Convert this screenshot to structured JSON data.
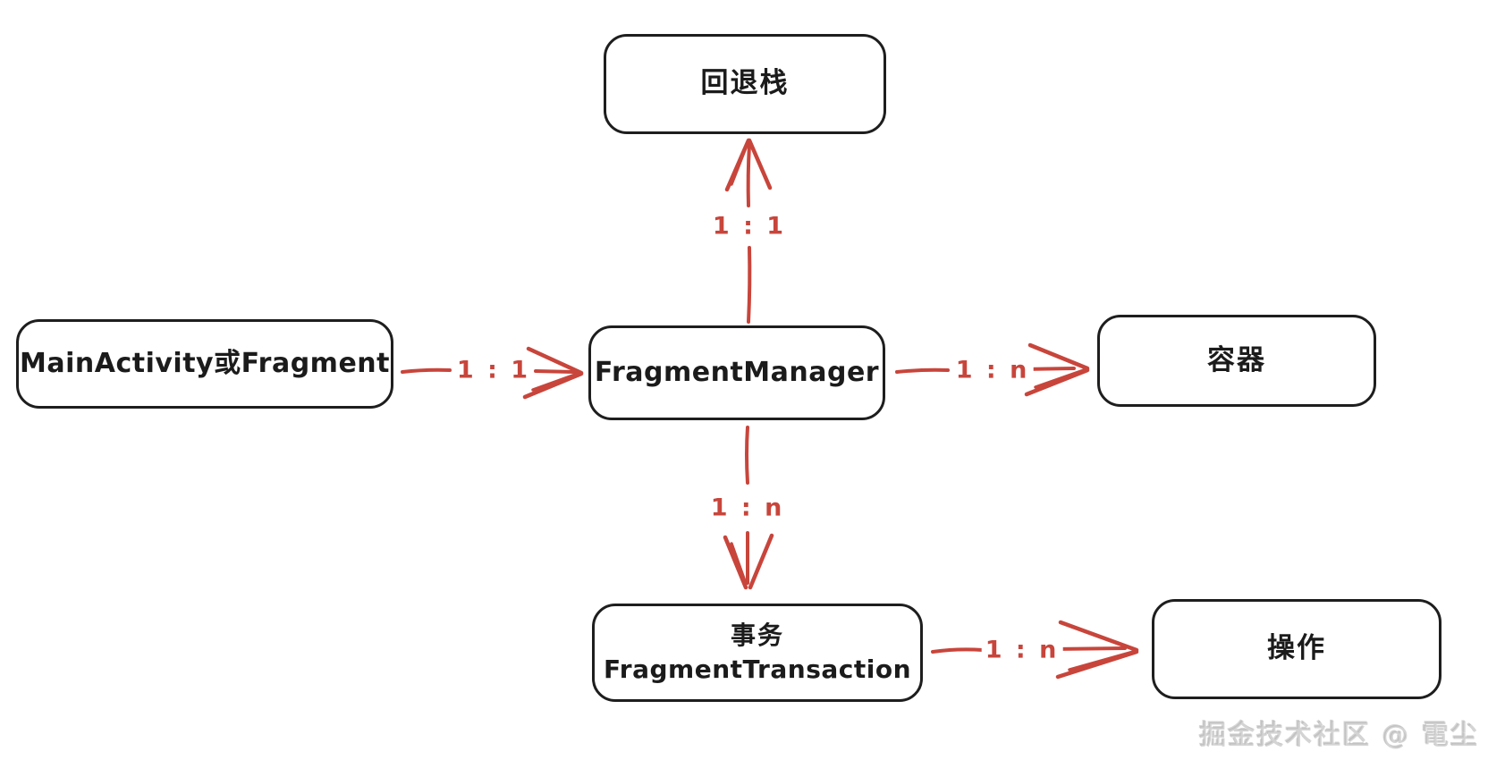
{
  "diagram": {
    "nodes": {
      "backstack": {
        "label": "回退栈"
      },
      "main_activity": {
        "label": "MainActivity或Fragment"
      },
      "fragment_manager": {
        "label": "FragmentManager"
      },
      "container": {
        "label": "容器"
      },
      "transaction": {
        "label_line1": "事务",
        "label_line2": "FragmentTransaction"
      },
      "operation": {
        "label": "操作"
      }
    },
    "edges": {
      "fm_to_backstack": {
        "label": "1 : 1"
      },
      "main_to_fm": {
        "label": "1 : 1"
      },
      "fm_to_container": {
        "label": "1 : n"
      },
      "fm_to_transaction": {
        "label": "1 : n"
      },
      "transaction_to_operation": {
        "label": "1 : n"
      }
    },
    "colors": {
      "arrow": "#c8453b",
      "box_border": "#1e1e1e",
      "text": "#1b1b1b"
    }
  },
  "watermark": {
    "text": "掘金技术社区 @ 電尘"
  }
}
